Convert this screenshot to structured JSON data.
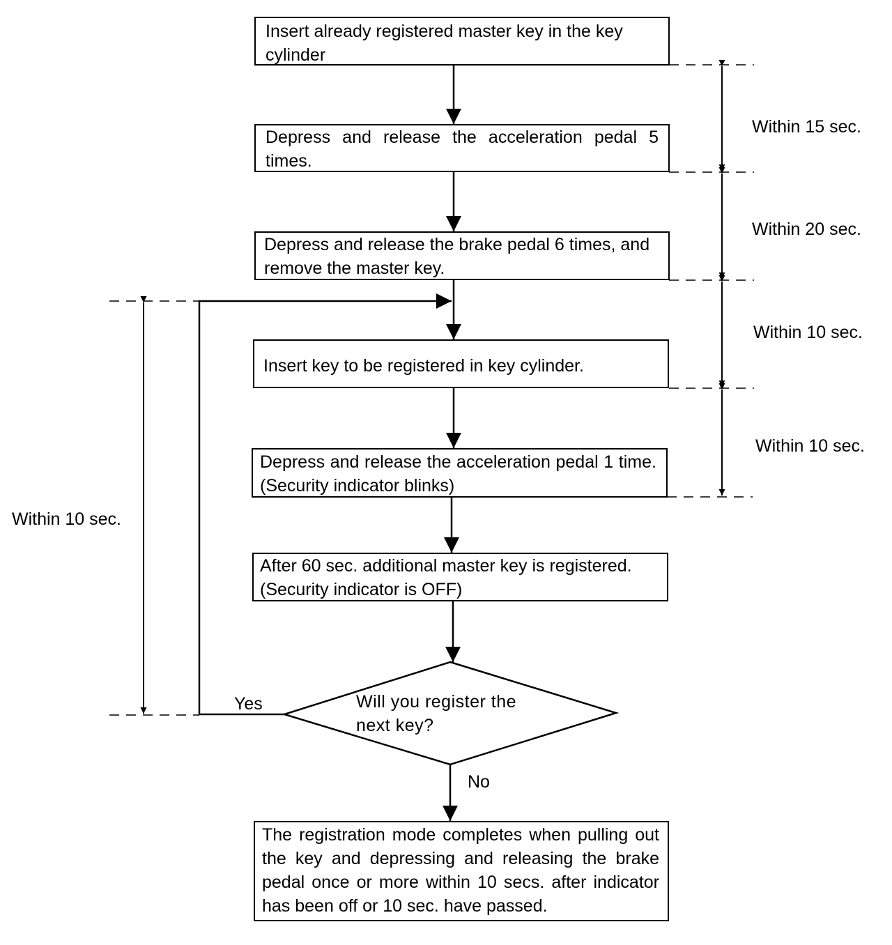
{
  "steps": [
    {
      "text": "Insert already registered master key in the key cylinder"
    },
    {
      "text": "Depress and release the acceleration pedal 5 times."
    },
    {
      "text": "Depress and release the brake pedal 6 times, and remove the master key."
    },
    {
      "text": "Insert key to be registered in key cylinder."
    },
    {
      "text": "Depress and release the acceleration pedal 1 time. (Security indicator blinks)"
    },
    {
      "text": "After 60 sec. additional master key is registered. (Security indicator is OFF)"
    }
  ],
  "decision": {
    "text": "Will you register the next key?",
    "yes_label": "Yes",
    "no_label": "No"
  },
  "final_step": {
    "text": "The registration mode completes when pulling out the key and depressing and releasing the brake pedal once or more within 10 secs. after indicator has been off or 10 sec. have passed."
  },
  "time_limits": {
    "right": [
      "Within 15 sec.",
      "Within 20 sec.",
      "Within 10 sec.",
      "Within 10 sec."
    ],
    "left": "Within 10 sec."
  }
}
